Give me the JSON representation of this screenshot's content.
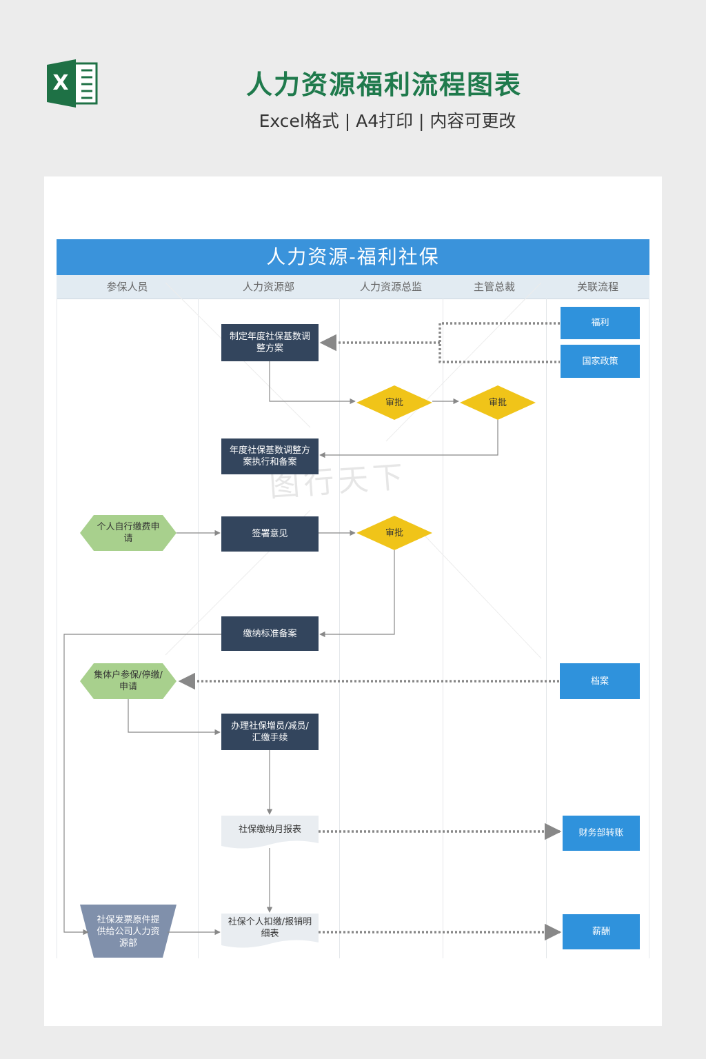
{
  "header": {
    "title": "人力资源福利流程图表",
    "subtitle": "Excel格式 | A4打印 | 内容可更改",
    "logo_letter": "X"
  },
  "chart": {
    "title": "人力资源-福利社保",
    "lanes": [
      "参保人员",
      "人力资源部",
      "人力资源总监",
      "主管总裁",
      "关联流程"
    ]
  },
  "nodes": {
    "n_plan": "制定年度社保基数调整方案",
    "n_approve1": "审批",
    "n_approve2": "审批",
    "n_execute": "年度社保基数调整方案执行和备案",
    "n_apply": "个人自行缴费申请",
    "n_sign": "签署意见",
    "n_approve3": "审批",
    "n_standard": "缴纳标准备案",
    "n_group": "集体户参保/停缴/申请",
    "n_handle": "办理社保增员/减员/汇缴手续",
    "n_monthly": "社保缴纳月报表",
    "n_detail": "社保个人扣缴/报销明细表",
    "n_invoice": "社保发票原件提供给公司人力资源部",
    "r_welfare": "福利",
    "r_policy": "国家政策",
    "r_archive": "档案",
    "r_finance": "财务部转账",
    "r_salary": "薪酬"
  },
  "watermark": "图行天下",
  "colors": {
    "banner": "#3a93db",
    "process": "#33455d",
    "decision": "#f0c419",
    "start": "#a8d08d",
    "related": "#2f92dc",
    "document": "#e9edf1",
    "manual": "#8090ab",
    "title_green": "#1f7a4c"
  }
}
